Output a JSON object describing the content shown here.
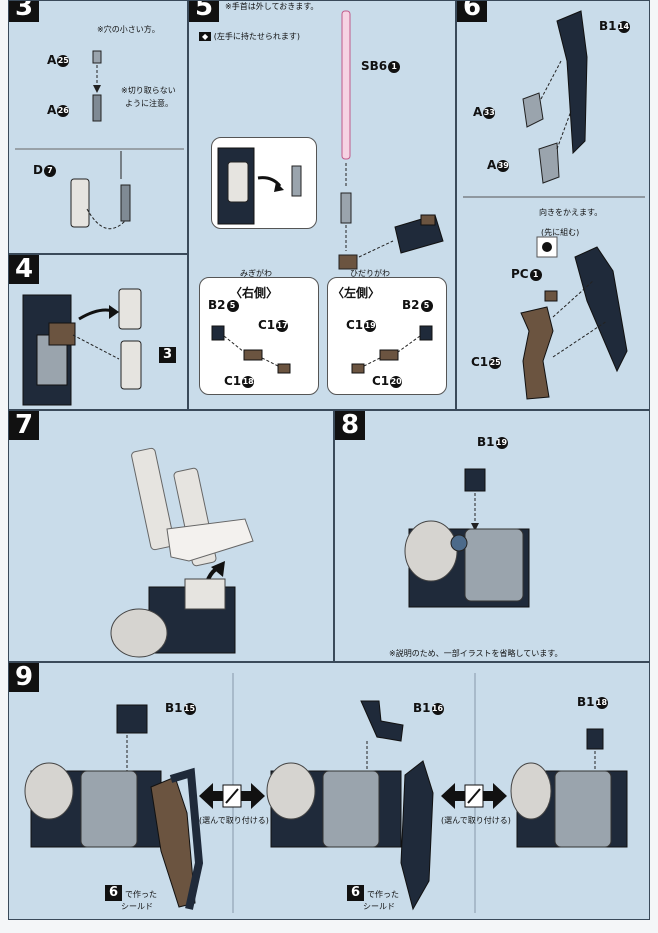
{
  "steps": {
    "s3": {
      "number": "3",
      "note_top": "※穴の小さい方。",
      "note_mid_1": "※切り取らない",
      "note_mid_2": "ように注意。",
      "part_a25": "A",
      "badge_a25": "25",
      "part_a26": "A",
      "badge_a26": "26",
      "part_d7": "D",
      "badge_d7": "7"
    },
    "s4": {
      "number": "4",
      "ref_step": "3"
    },
    "s5": {
      "number": "5",
      "note_top": "※手首は外しておきます。",
      "note_hint": "(左手に持たせられます)",
      "part_sb6": "SB6",
      "badge_sb6": "1",
      "right_side": "〈右側〉",
      "right_ruby": "みぎがわ",
      "left_side": "〈左側〉",
      "left_ruby": "ひだりがわ",
      "r_b2": "B2",
      "r_b2_badge": "5",
      "r_c1a": "C1",
      "r_c1a_badge": "17",
      "r_c1b": "C1",
      "r_c1b_badge": "18",
      "l_b2": "B2",
      "l_b2_badge": "5",
      "l_c1a": "C1",
      "l_c1a_badge": "19",
      "l_c1b": "C1",
      "l_c1b_badge": "20"
    },
    "s6": {
      "number": "6",
      "part_b1": "B1",
      "badge_b1": "14",
      "part_a33": "A",
      "badge_a33": "33",
      "part_a39": "A",
      "badge_a39": "39",
      "note_dir": "向きをかえます。",
      "note_assemble": "(先に組む)",
      "part_pc": "PC",
      "badge_pc": "1",
      "part_c1": "C1",
      "badge_c1": "25"
    },
    "s7": {
      "number": "7"
    },
    "s8": {
      "number": "8",
      "part_b1": "B1",
      "badge_b1": "19",
      "footnote": "※説明のため、一部イラストを省略しています。"
    },
    "s9": {
      "number": "9",
      "part_1": "B1",
      "badge_1": "15",
      "part_2": "B1",
      "badge_2": "16",
      "part_3": "B1",
      "badge_3": "18",
      "swap_note": "(選んで取り付ける)",
      "ref_num": "6",
      "ref_made": "で作った",
      "ref_shield": "シールド"
    }
  },
  "colors": {
    "panel_bg": "#c9dcea",
    "part_dark": "#1f2a3a",
    "part_light": "#e6e4e0",
    "part_grey": "#9aa4ad",
    "part_brown": "#6b5440",
    "saber_pink": "#e58fb6"
  }
}
